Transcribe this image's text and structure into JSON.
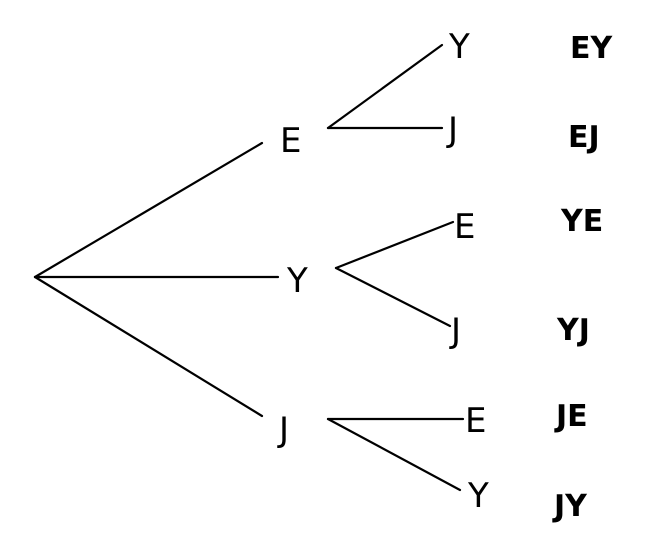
{
  "tree": {
    "first_level": [
      {
        "label": "E"
      },
      {
        "label": "Y"
      },
      {
        "label": "J"
      }
    ],
    "second_level": [
      {
        "label": "Y"
      },
      {
        "label": "J"
      },
      {
        "label": "E"
      },
      {
        "label": "J"
      },
      {
        "label": "E"
      },
      {
        "label": "Y"
      }
    ],
    "outcomes": [
      "EY",
      "EJ",
      "YE",
      "YJ",
      "JE",
      "JY"
    ]
  },
  "colors": {
    "line": "#000000",
    "text": "#000000",
    "background": "#ffffff"
  }
}
